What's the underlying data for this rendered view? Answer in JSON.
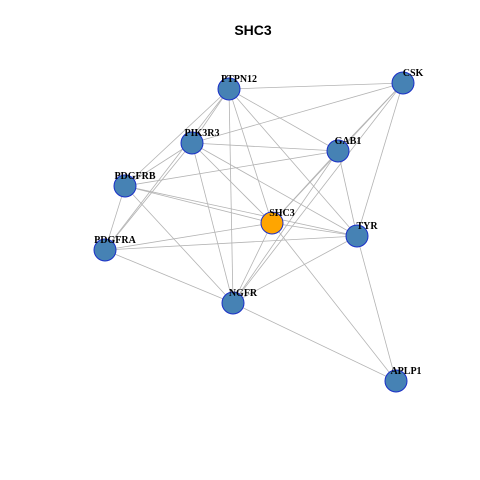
{
  "title": "SHC3",
  "colors": {
    "node_default": "#4682b4",
    "node_focus": "#ffa500",
    "node_border": "#1a2fc8",
    "edge": "#b3b3b3"
  },
  "nodes": [
    {
      "id": "PTPN12",
      "label": "PTPN12",
      "focus": false
    },
    {
      "id": "CSK",
      "label": "CSK",
      "focus": false
    },
    {
      "id": "PIK3R3",
      "label": "PIK3R3",
      "focus": false
    },
    {
      "id": "GAB1",
      "label": "GAB1",
      "focus": false
    },
    {
      "id": "PDGFRB",
      "label": "PDGFRB",
      "focus": false
    },
    {
      "id": "SHC3",
      "label": "SHC3",
      "focus": true
    },
    {
      "id": "TYR",
      "label": "TYR",
      "focus": false
    },
    {
      "id": "PDGFRA",
      "label": "PDGFRA",
      "focus": false
    },
    {
      "id": "NGFR",
      "label": "NGFR",
      "focus": false
    },
    {
      "id": "APLP1",
      "label": "APLP1",
      "focus": false
    }
  ],
  "edges": [
    [
      "PTPN12",
      "CSK"
    ],
    [
      "PTPN12",
      "PIK3R3"
    ],
    [
      "PTPN12",
      "GAB1"
    ],
    [
      "PTPN12",
      "PDGFRB"
    ],
    [
      "PTPN12",
      "SHC3"
    ],
    [
      "PTPN12",
      "TYR"
    ],
    [
      "PTPN12",
      "PDGFRA"
    ],
    [
      "PTPN12",
      "NGFR"
    ],
    [
      "CSK",
      "PIK3R3"
    ],
    [
      "CSK",
      "GAB1"
    ],
    [
      "CSK",
      "SHC3"
    ],
    [
      "CSK",
      "TYR"
    ],
    [
      "CSK",
      "NGFR"
    ],
    [
      "PIK3R3",
      "GAB1"
    ],
    [
      "PIK3R3",
      "PDGFRB"
    ],
    [
      "PIK3R3",
      "SHC3"
    ],
    [
      "PIK3R3",
      "TYR"
    ],
    [
      "PIK3R3",
      "PDGFRA"
    ],
    [
      "PIK3R3",
      "NGFR"
    ],
    [
      "GAB1",
      "PDGFRB"
    ],
    [
      "GAB1",
      "SHC3"
    ],
    [
      "GAB1",
      "TYR"
    ],
    [
      "GAB1",
      "NGFR"
    ],
    [
      "PDGFRB",
      "SHC3"
    ],
    [
      "PDGFRB",
      "TYR"
    ],
    [
      "PDGFRB",
      "PDGFRA"
    ],
    [
      "PDGFRB",
      "NGFR"
    ],
    [
      "SHC3",
      "TYR"
    ],
    [
      "SHC3",
      "PDGFRA"
    ],
    [
      "SHC3",
      "NGFR"
    ],
    [
      "SHC3",
      "APLP1"
    ],
    [
      "TYR",
      "PDGFRA"
    ],
    [
      "TYR",
      "NGFR"
    ],
    [
      "TYR",
      "APLP1"
    ],
    [
      "PDGFRA",
      "NGFR"
    ],
    [
      "NGFR",
      "APLP1"
    ]
  ]
}
